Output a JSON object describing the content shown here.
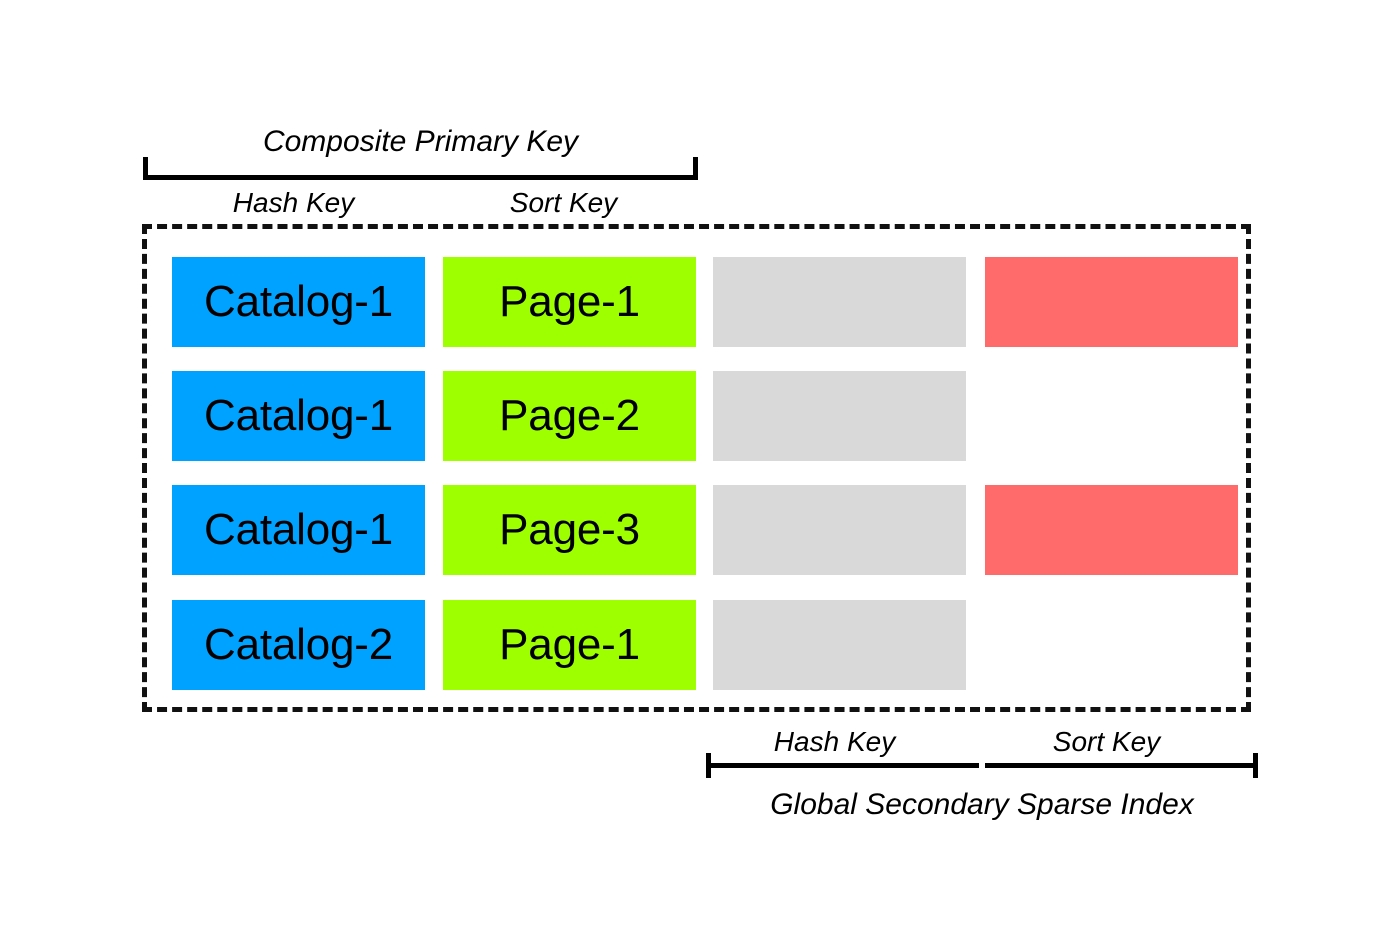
{
  "diagram": {
    "title_top": "Composite Primary Key",
    "title_bottom": "Global Secondary Sparse Index",
    "key_labels": {
      "hash": "Hash Key",
      "sort": "Sort Key"
    },
    "top_bracket": {
      "label": "Composite Primary Key",
      "hash_key_label": "Hash Key",
      "sort_key_label": "Sort Key"
    },
    "bottom_bracket": {
      "label": "Global Secondary Sparse Index",
      "hash_key_label": "Hash Key",
      "sort_key_label": "Sort Key"
    },
    "colors": {
      "hash_key": "#00A2FF",
      "sort_key": "#9EFF00",
      "attribute": "#D9D9D9",
      "gsi_attribute": "#FF6B6B",
      "line": "#000000",
      "border": "#111111",
      "background": "#FFFFFF",
      "text": "#000000"
    },
    "columns": [
      {
        "name": "hash-key-column",
        "color_role": "hash_key"
      },
      {
        "name": "sort-key-column",
        "color_role": "sort_key"
      },
      {
        "name": "attribute-column",
        "color_role": "attribute"
      },
      {
        "name": "gsi-sort-key-column",
        "color_role": "gsi_attribute"
      }
    ],
    "rows": [
      {
        "row_index": 1,
        "cells": [
          {
            "column": "hash-key-column",
            "text": "Catalog-1",
            "color_role": "hash_key",
            "present": true
          },
          {
            "column": "sort-key-column",
            "text": "Page-1",
            "color_role": "sort_key",
            "present": true
          },
          {
            "column": "attribute-column",
            "text": "",
            "color_role": "attribute",
            "present": true
          },
          {
            "column": "gsi-sort-key-column",
            "text": "",
            "color_role": "gsi_attribute",
            "present": true
          }
        ]
      },
      {
        "row_index": 2,
        "cells": [
          {
            "column": "hash-key-column",
            "text": "Catalog-1",
            "color_role": "hash_key",
            "present": true
          },
          {
            "column": "sort-key-column",
            "text": "Page-2",
            "color_role": "sort_key",
            "present": true
          },
          {
            "column": "attribute-column",
            "text": "",
            "color_role": "attribute",
            "present": true
          },
          {
            "column": "gsi-sort-key-column",
            "text": "",
            "color_role": "gsi_attribute",
            "present": false
          }
        ]
      },
      {
        "row_index": 3,
        "cells": [
          {
            "column": "hash-key-column",
            "text": "Catalog-1",
            "color_role": "hash_key",
            "present": true
          },
          {
            "column": "sort-key-column",
            "text": "Page-3",
            "color_role": "sort_key",
            "present": true
          },
          {
            "column": "attribute-column",
            "text": "",
            "color_role": "attribute",
            "present": true
          },
          {
            "column": "gsi-sort-key-column",
            "text": "",
            "color_role": "gsi_attribute",
            "present": true
          }
        ]
      },
      {
        "row_index": 4,
        "cells": [
          {
            "column": "hash-key-column",
            "text": "Catalog-2",
            "color_role": "hash_key",
            "present": true
          },
          {
            "column": "sort-key-column",
            "text": "Page-1",
            "color_role": "sort_key",
            "present": true
          },
          {
            "column": "attribute-column",
            "text": "",
            "color_role": "attribute",
            "present": true
          },
          {
            "column": "gsi-sort-key-column",
            "text": "",
            "color_role": "gsi_attribute",
            "present": false
          }
        ]
      }
    ]
  }
}
